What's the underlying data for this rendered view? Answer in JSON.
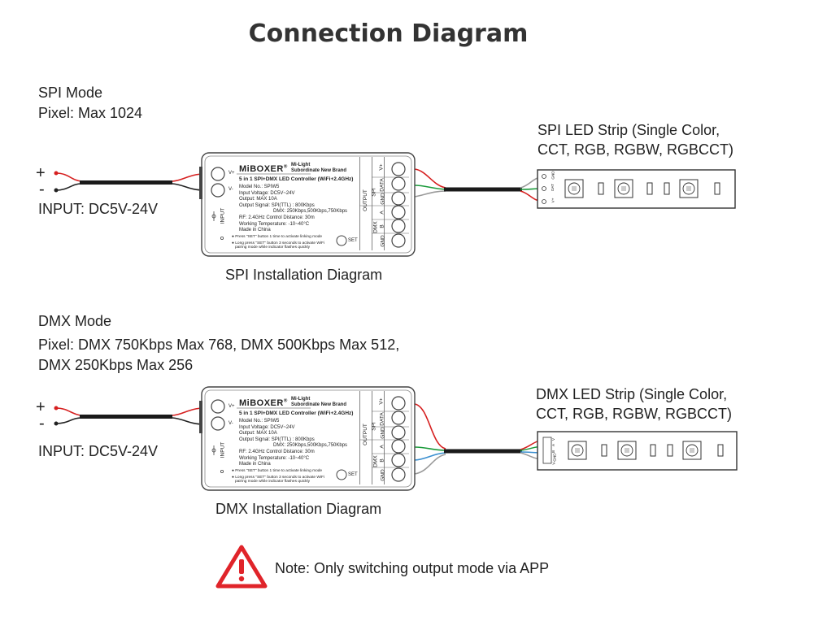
{
  "title": "Connection Diagram",
  "spi": {
    "mode": "SPI Mode",
    "pixel": "Pixel: Max 1024",
    "plus": "+",
    "minus": "-",
    "input": "INPUT: DC5V-24V",
    "strip_line1": "SPI LED Strip (Single Color,",
    "strip_line2": "CCT, RGB, RGBW, RGBCCT)",
    "caption": "SPI Installation Diagram",
    "strip_pins": [
      "GND",
      "DAT",
      "V+"
    ]
  },
  "dmx": {
    "mode": "DMX Mode",
    "pixel_line1": "Pixel: DMX 750Kbps Max 768, DMX 500Kbps Max 512,",
    "pixel_line2": "DMX 250Kbps Max 256",
    "plus": "+",
    "minus": "-",
    "input": "INPUT: DC5V-24V",
    "strip_line1": "DMX LED Strip (Single Color,",
    "strip_line2": "CCT, RGB, RGBW, RGBCCT)",
    "caption": "DMX Installation Diagram",
    "strip_pins": [
      "V",
      "A",
      "B",
      "GND",
      "V-"
    ]
  },
  "controller": {
    "brand": "MiBOXER",
    "reg": "®",
    "sub1": "Mi-Light",
    "sub2": "Subordinate New Brand",
    "model_title": "5 in 1 SPI+DMX LED Controller (WiFi+2.4GHz)",
    "specs": [
      "Model No.: SPIW5",
      "Input Voltage: DC5V~24V",
      "Output: MAX 10A",
      "Output Signal: SPI(TTL) : 800Kbps",
      "DMX: 250Kbps,500Kbps,750Kbps",
      "RF: 2.4GHz  Control Distance: 30m",
      "Working Temperature: -10~40°C",
      "Made in China"
    ],
    "press1": "● Press \"SET\" button 1 time to activate linking mode",
    "press2": "● Long press \"SET\" button 3 seconds to activate WiFi",
    "press3": "pairing mode while indicator flashes quickly",
    "vplus": "V+",
    "vminus": "V-",
    "input_label": "INPUT",
    "output_label": "OUTPUT",
    "set_label": "SET",
    "terminals": [
      "V+",
      "DATA",
      "GND",
      "A",
      "B",
      "GND"
    ],
    "groups": [
      "SPI",
      "DMX"
    ]
  },
  "note": "Note: Only switching output mode via APP",
  "colors": {
    "wire_red": "#d62020",
    "wire_green": "#1a9a3a",
    "wire_blue": "#3a8fd0",
    "wire_gray": "#9a9a9a",
    "warning_red": "#e0242a"
  }
}
